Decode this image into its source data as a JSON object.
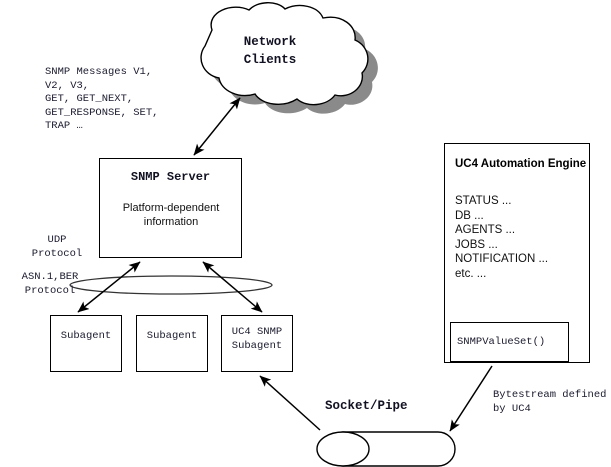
{
  "diagram": {
    "title": "UC4 SNMP integration architecture",
    "background_color": "#ffffff",
    "line_color": "#000000",
    "shadow_color": "#808080"
  },
  "cloud": {
    "label": "Network\nClients",
    "name": "network-clients-cloud"
  },
  "annotations": {
    "snmp_messages": "SNMP Messages V1,\nV2, V3,\nGET, GET_NEXT,\nGET_RESPONSE, SET,\nTRAP …",
    "udp_protocol": "UDP\nProtocol",
    "asn_ber_protocol": "ASN.1,BER\nProtocol",
    "socket_pipe": "Socket/Pipe",
    "bytestream": "Bytestream defined\nby UC4"
  },
  "snmp_server": {
    "title": "SNMP Server",
    "inner_label": "Platform-dependent\ninformation"
  },
  "uc4_engine": {
    "title": "UC4 Automation Engine",
    "items": "STATUS ...\nDB ...\nAGENTS ...\nJOBS ...\nNOTIFICATION ...\netc. ...",
    "valueset_label": "SNMPValueSet()"
  },
  "subagents": [
    {
      "label": "Subagent"
    },
    {
      "label": "Subagent"
    },
    {
      "label": "UC4 SNMP\nSubagent"
    }
  ],
  "connectors": [
    {
      "name": "cloud-to-snmp-server",
      "type": "double-arrow"
    },
    {
      "name": "snmp-server-to-subagent-1",
      "type": "double-arrow"
    },
    {
      "name": "snmp-server-to-subagent-3",
      "type": "double-arrow"
    },
    {
      "name": "socket-to-uc4-subagent",
      "type": "arrow"
    },
    {
      "name": "uc4-engine-to-socket",
      "type": "arrow"
    }
  ]
}
